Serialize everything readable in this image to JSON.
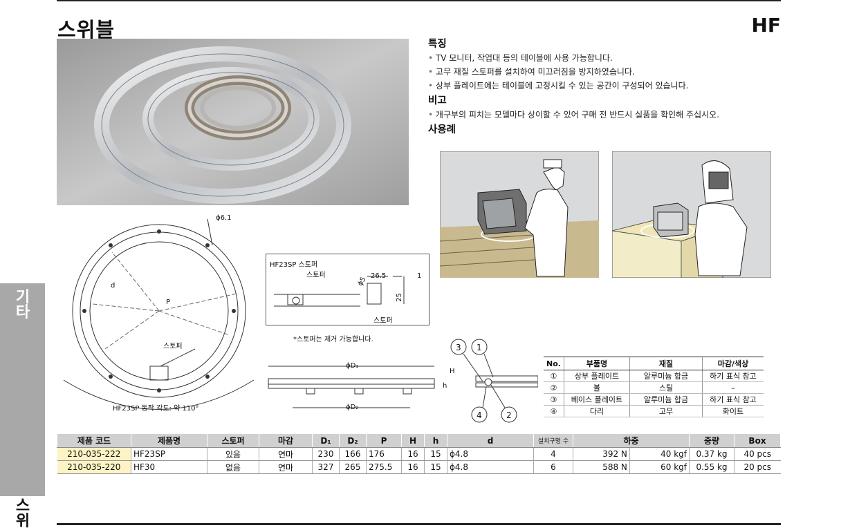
{
  "header": {
    "title": "스위블",
    "model": "HF"
  },
  "sidetab": {
    "label_1": "기",
    "label_2": "타",
    "bottom_label": "스\n위"
  },
  "features": {
    "heading": "특징",
    "items": [
      "TV 모니터, 작업대 등의 테이블에 사용 가능합니다.",
      "고무 재질 스토퍼를 설치하여 미끄러짐을 방지하였습니다.",
      "상부 플레이트에는 테이블에 고정시킬 수 있는 공간이 구성되어 있습니다."
    ]
  },
  "remarks": {
    "heading": "비고",
    "items": [
      "개구부의 피치는 모델마다 상이할 수 있어 구매 전 반드시 실품을 확인해 주십시오."
    ]
  },
  "usage": {
    "heading": "사용례"
  },
  "drawing": {
    "phi": "ϕ6.1",
    "d": "d",
    "p": "P",
    "stopper": "스토퍼",
    "angle_note": "HF23SP 동작 각도: 약 110°",
    "inset_title": "HF23SP 스토퍼",
    "inset_stopper": "스토퍼",
    "inset_stopper2": "스토퍼",
    "dim_265": "26.5",
    "dim_1": "1",
    "dim_25": "25",
    "dim_phi5": "ϕ5",
    "note": "*스토퍼는 제거 가능합니다.",
    "d1": "ϕD₁",
    "d2": "ϕD₂",
    "h_upper": "H",
    "h_lower": "h",
    "callouts": [
      "3",
      "1",
      "4",
      "2"
    ]
  },
  "parts": {
    "headers": [
      "No.",
      "부품명",
      "재질",
      "마감/색상"
    ],
    "rows": [
      [
        "①",
        "상부 플레이트",
        "알루미늄 합금",
        "하기 표식 참고"
      ],
      [
        "②",
        "볼",
        "스틸",
        "–"
      ],
      [
        "③",
        "베이스 플레이트",
        "알루미늄 합금",
        "하기 표식 참고"
      ],
      [
        "④",
        "다리",
        "고무",
        "화이트"
      ]
    ]
  },
  "spec": {
    "headers": [
      "제품 코드",
      "제품명",
      "스토퍼",
      "마감",
      "D₁",
      "D₂",
      "P",
      "H",
      "h",
      "d",
      "설치구멍 수",
      "하중",
      "중량",
      "Box"
    ],
    "rows": [
      [
        "210-035-222",
        "HF23SP",
        "있음",
        "연마",
        "230",
        "166",
        "176",
        "16",
        "15",
        "ϕ4.8",
        "4",
        "392 N",
        "40 kgf",
        "0.37 kg",
        "40 pcs"
      ],
      [
        "210-035-220",
        "HF30",
        "없음",
        "연마",
        "327",
        "265",
        "275.5",
        "16",
        "15",
        "ϕ4.8",
        "6",
        "588 N",
        "60 kgf",
        "0.55 kg",
        "20 pcs"
      ]
    ]
  },
  "colors": {
    "code_highlight": "#fdf3c4",
    "header_gray": "#d0d0d0",
    "tab_gray": "#a8a8a8"
  }
}
